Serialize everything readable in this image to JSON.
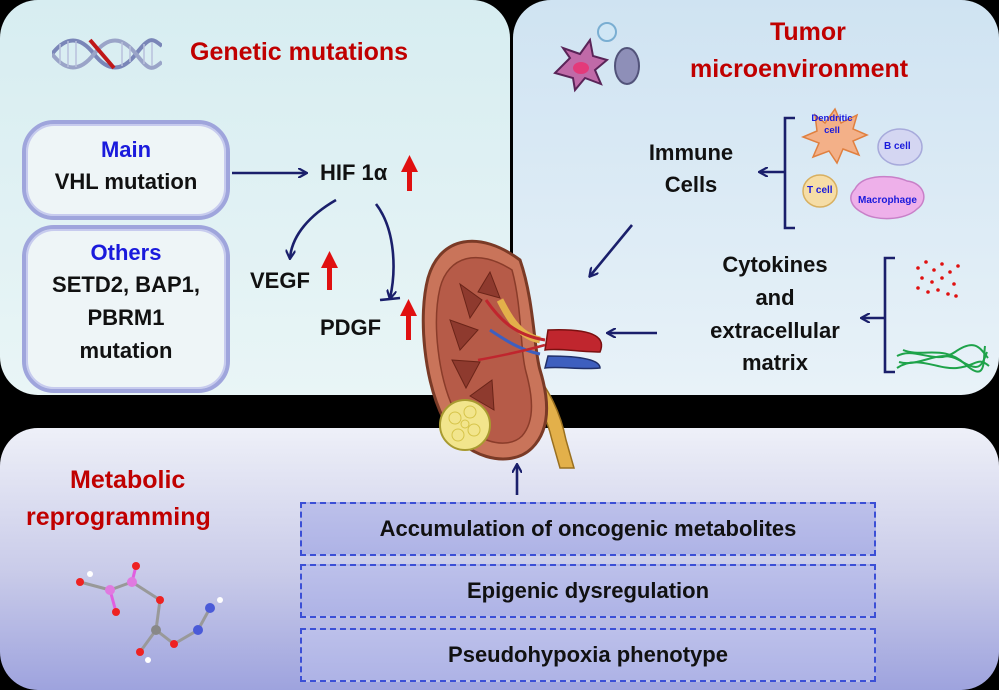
{
  "genetic": {
    "title": "Genetic mutations",
    "main_label": "Main",
    "main_text": "VHL mutation",
    "others_label": "Others",
    "others_lines": [
      "SETD2, BAP1,",
      "PBRM1",
      "mutation"
    ],
    "hif": "HIF 1α",
    "vegf": "VEGF",
    "pdgf": "PDGF"
  },
  "tumor": {
    "title_lines": [
      "Tumor",
      "microenvironment"
    ],
    "immune_lines": [
      "Immune",
      "Cells"
    ],
    "cytokines_lines": [
      "Cytokines",
      "and",
      "extracellular",
      "matrix"
    ],
    "cells": {
      "dendritic_lines": [
        "Dendritic",
        "cell"
      ],
      "bcell": "B cell",
      "tcell": "T cell",
      "macrophage": "Macrophage"
    }
  },
  "metabolic": {
    "title_lines": [
      "Metabolic",
      "reprogramming"
    ],
    "boxes": [
      "Accumulation of oncogenic metabolites",
      "Epigenic dysregulation",
      "Pseudohypoxia phenotype"
    ]
  },
  "colors": {
    "title_red": "#c00000",
    "label_blue": "#1a1adc",
    "arrow_navy": "#1a1f6b",
    "up_arrow_red": "#e01010"
  }
}
